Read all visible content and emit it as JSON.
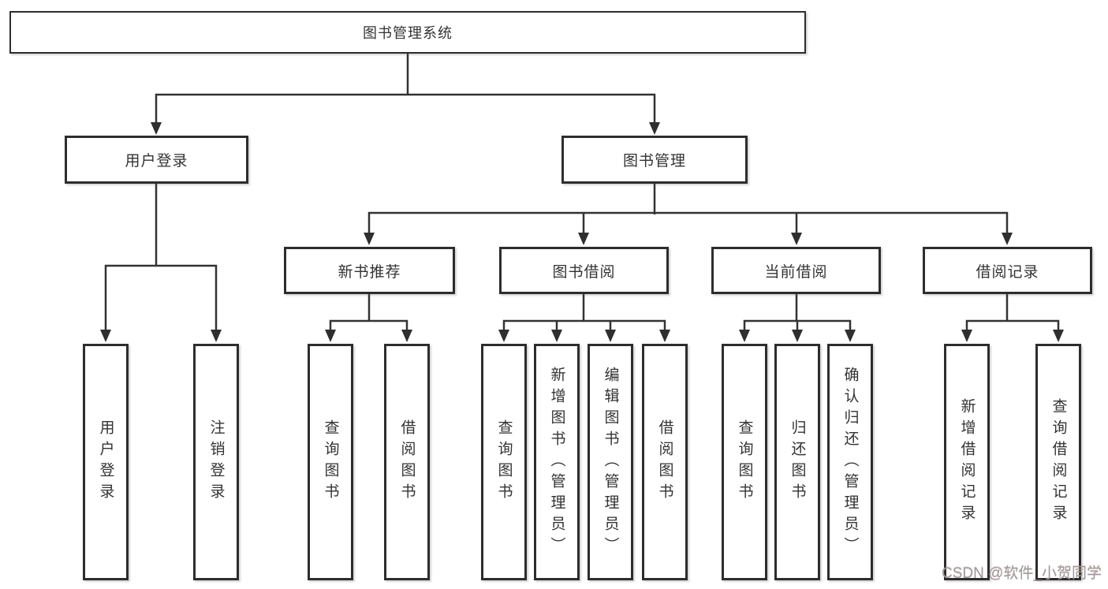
{
  "diagram": {
    "root": {
      "label": "图书管理系统"
    },
    "level2": [
      {
        "label": "用户登录"
      },
      {
        "label": "图书管理"
      }
    ],
    "level3": [
      {
        "label": "新书推荐",
        "parent": "图书管理"
      },
      {
        "label": "图书借阅",
        "parent": "图书管理"
      },
      {
        "label": "当前借阅",
        "parent": "图书管理"
      },
      {
        "label": "借阅记录",
        "parent": "图书管理"
      }
    ],
    "leaves": [
      {
        "label": "用户登录",
        "parent": "用户登录"
      },
      {
        "label": "注销登录",
        "parent": "用户登录"
      },
      {
        "label": "查询图书",
        "parent": "新书推荐"
      },
      {
        "label": "借阅图书",
        "parent": "新书推荐"
      },
      {
        "label": "查询图书",
        "parent": "图书借阅"
      },
      {
        "label": "新增图书（管理员）",
        "parent": "图书借阅"
      },
      {
        "label": "编辑图书（管理员）",
        "parent": "图书借阅"
      },
      {
        "label": "借阅图书",
        "parent": "图书借阅"
      },
      {
        "label": "查询图书",
        "parent": "当前借阅"
      },
      {
        "label": "归还图书",
        "parent": "当前借阅"
      },
      {
        "label": "确认归还（管理员）",
        "parent": "当前借阅"
      },
      {
        "label": "新增借阅记录",
        "parent": "借阅记录"
      },
      {
        "label": "查询借阅记录",
        "parent": "借阅记录"
      }
    ],
    "watermark": "CSDN @软件_小贺同学",
    "colors": {
      "line": "#333333",
      "arrow": "#2f2f2f",
      "box_border": "#2d2d2d",
      "box_fill": "#ffffff",
      "text": "#333333",
      "watermark": "#9a9a9a"
    }
  }
}
